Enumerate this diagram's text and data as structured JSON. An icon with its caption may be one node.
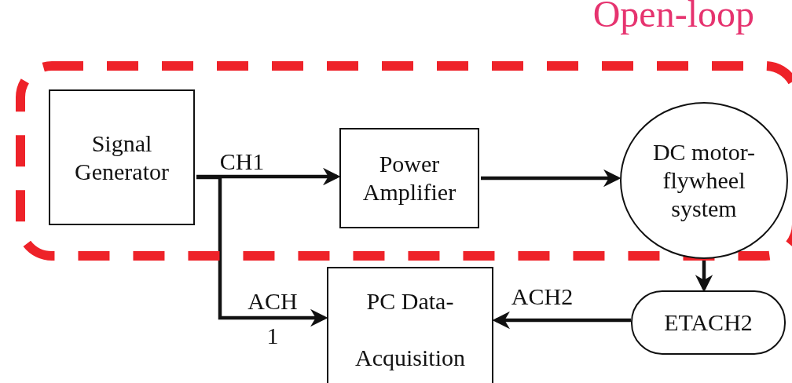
{
  "diagram": {
    "nodes": [
      {
        "text": [
          "Open-loop"
        ]
      },
      {
        "text": [
          "Signal Generator"
        ],
        "in": 0
      },
      {
        "text": [
          "Power Amplifier"
        ],
        "in": 0
      },
      {
        "text": [
          "DC motor-flywheel system"
        ],
        "in": 0
      },
      {
        "text": [
          "PC Data-Acquisition"
        ]
      },
      {
        "text": [
          "ETACH2"
        ]
      }
    ],
    "edges": [
      {
        "from": 1,
        "to": 2,
        "arrow": "to",
        "label": "CH1"
      },
      {
        "from": 2,
        "to": 3,
        "arrow": "to"
      },
      {
        "from": 3,
        "to": 5,
        "arrow": "to"
      },
      {
        "from": 5,
        "to": 4,
        "arrow": "to",
        "label": "ACH2"
      },
      {
        "from": 1,
        "to": 4,
        "arrow": "to",
        "label": "ACH 1"
      }
    ]
  }
}
